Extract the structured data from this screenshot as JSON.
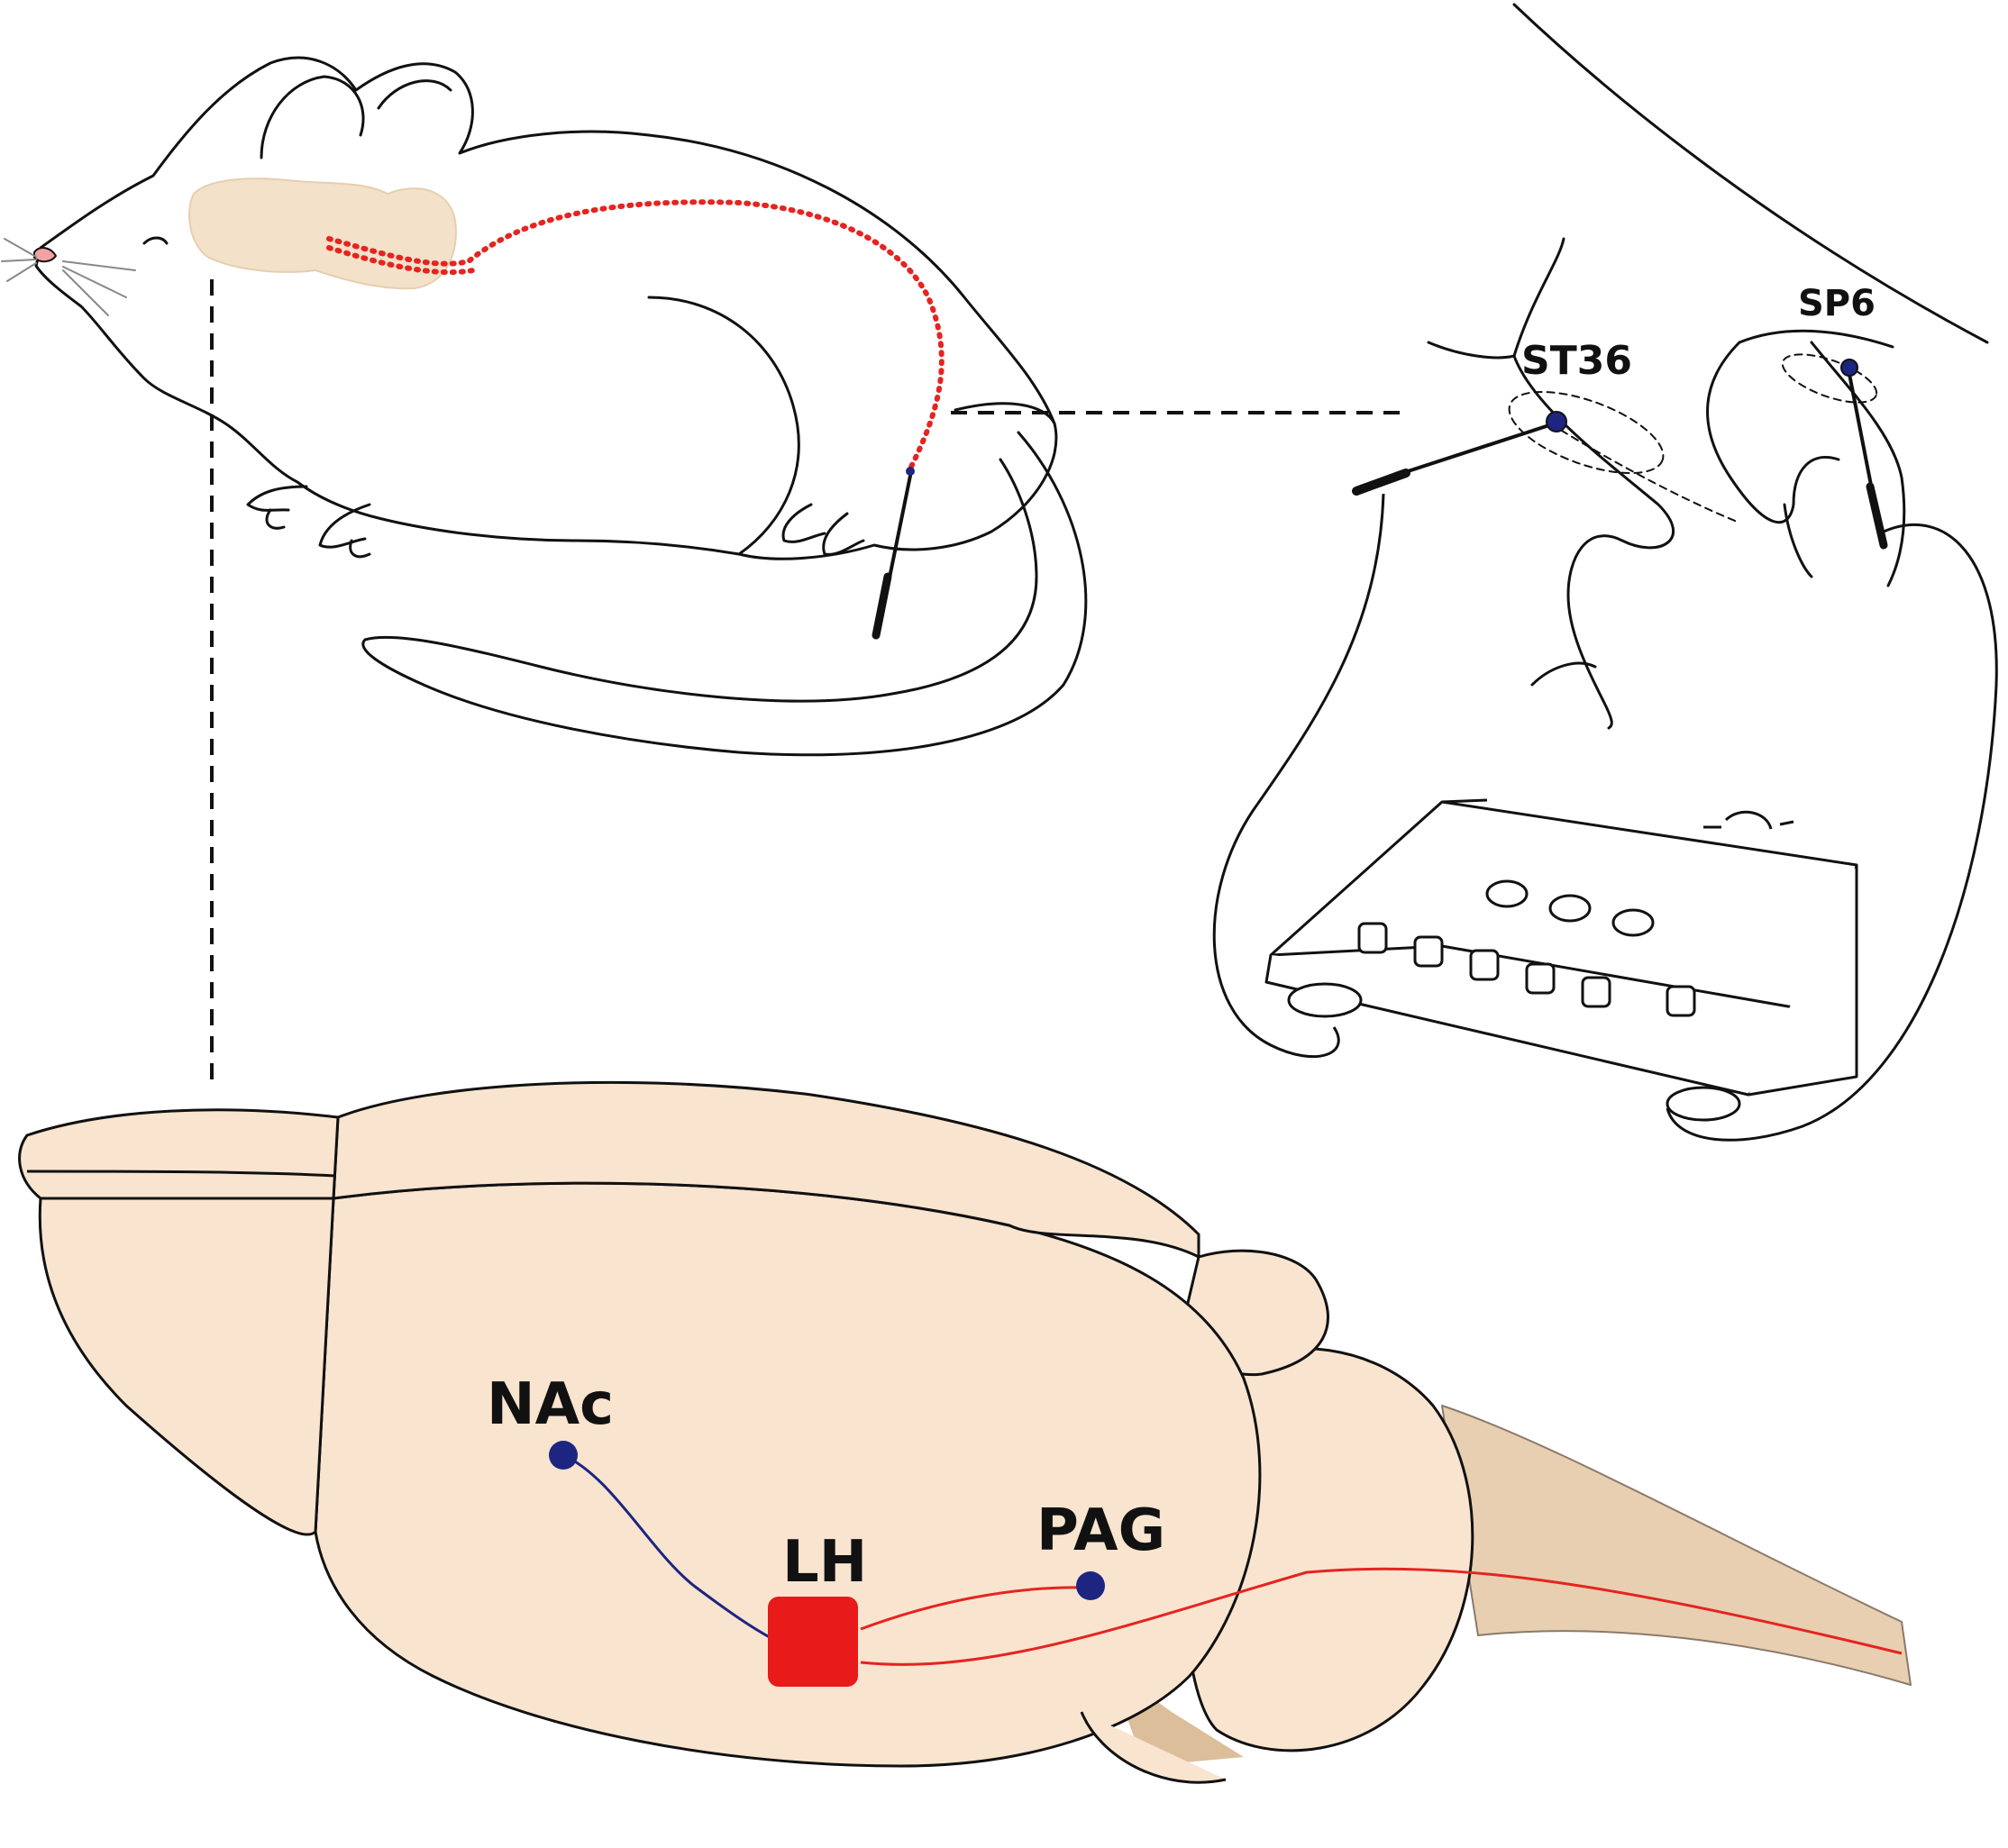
{
  "labels": {
    "st36": "ST36",
    "sp6": "SP6",
    "nac": "NAc",
    "lh": "LH",
    "pag": "PAG"
  },
  "colors": {
    "brain_fill": "#f8e4cf",
    "brain_shadow": "#dcbe9a",
    "outline": "#111111",
    "pathway_red": "#e52420",
    "pathway_blue": "#1d2580",
    "node_blue": "#1d2580",
    "lh_square": "#e81a1a",
    "nose": "#f4a1a1"
  },
  "icons": {
    "rat": "rat-illustration",
    "hindlimb": "hindlimb-illustration",
    "stimulator": "electro-stimulator-device",
    "brain": "rat-brain-illustration"
  }
}
